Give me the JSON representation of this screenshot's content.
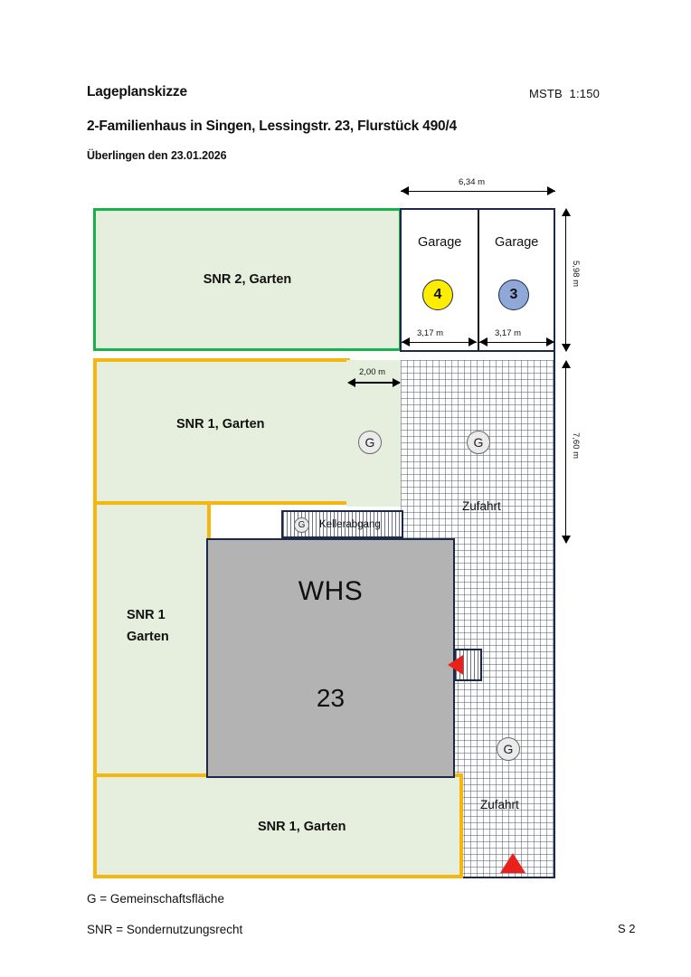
{
  "header": {
    "title": "Lageplanskizze",
    "scale": "MSTB  1:150",
    "subtitle": "2-Familienhaus in Singen, Lessingstr. 23, Flurstück 490/4",
    "date_line": "Überlingen den 23.01.2026"
  },
  "plan": {
    "areas": {
      "snr2_garten": "SNR 2, Garten",
      "snr1_garten_middle": "SNR 1, Garten",
      "snr1_garten_left_line1": "SNR 1",
      "snr1_garten_left_line2": "Garten",
      "snr1_garten_bottom": "SNR 1, Garten",
      "kellerabgang": "Kellerabgang",
      "zufahrt_upper": "Zufahrt",
      "zufahrt_lower": "Zufahrt"
    },
    "building": {
      "name": "WHS",
      "house_number": "23"
    },
    "garages": [
      {
        "label": "Garage",
        "marker": "4",
        "marker_color": "#ffed00",
        "width_label": "3,17 m"
      },
      {
        "label": "Garage",
        "marker": "3",
        "marker_color": "#8fa8d8",
        "width_label": "3,17 m"
      }
    ],
    "markers": {
      "g": "G"
    },
    "dimensions": {
      "garages_total_width": "6,34 m",
      "garage_left_width": "3,17 m",
      "garage_right_width": "3,17 m",
      "garage_depth": "5,98 m",
      "zufahrt_depth": "7,60 m",
      "zufahrt_width": "2,00 m"
    },
    "colors": {
      "snr2_border": "#17b24a",
      "snr1_border": "#f5b611",
      "garden_fill": "#e6efdd",
      "building_fill": "#b3b3b3",
      "plot_outline": "#1b2a4a",
      "entrance_arrow": "#e8211c"
    }
  },
  "legend": {
    "line1": "G = Gemeinschaftsfläche",
    "line2": "SNR = Sondernutzungsrecht"
  },
  "footer": {
    "page": "S 2"
  }
}
